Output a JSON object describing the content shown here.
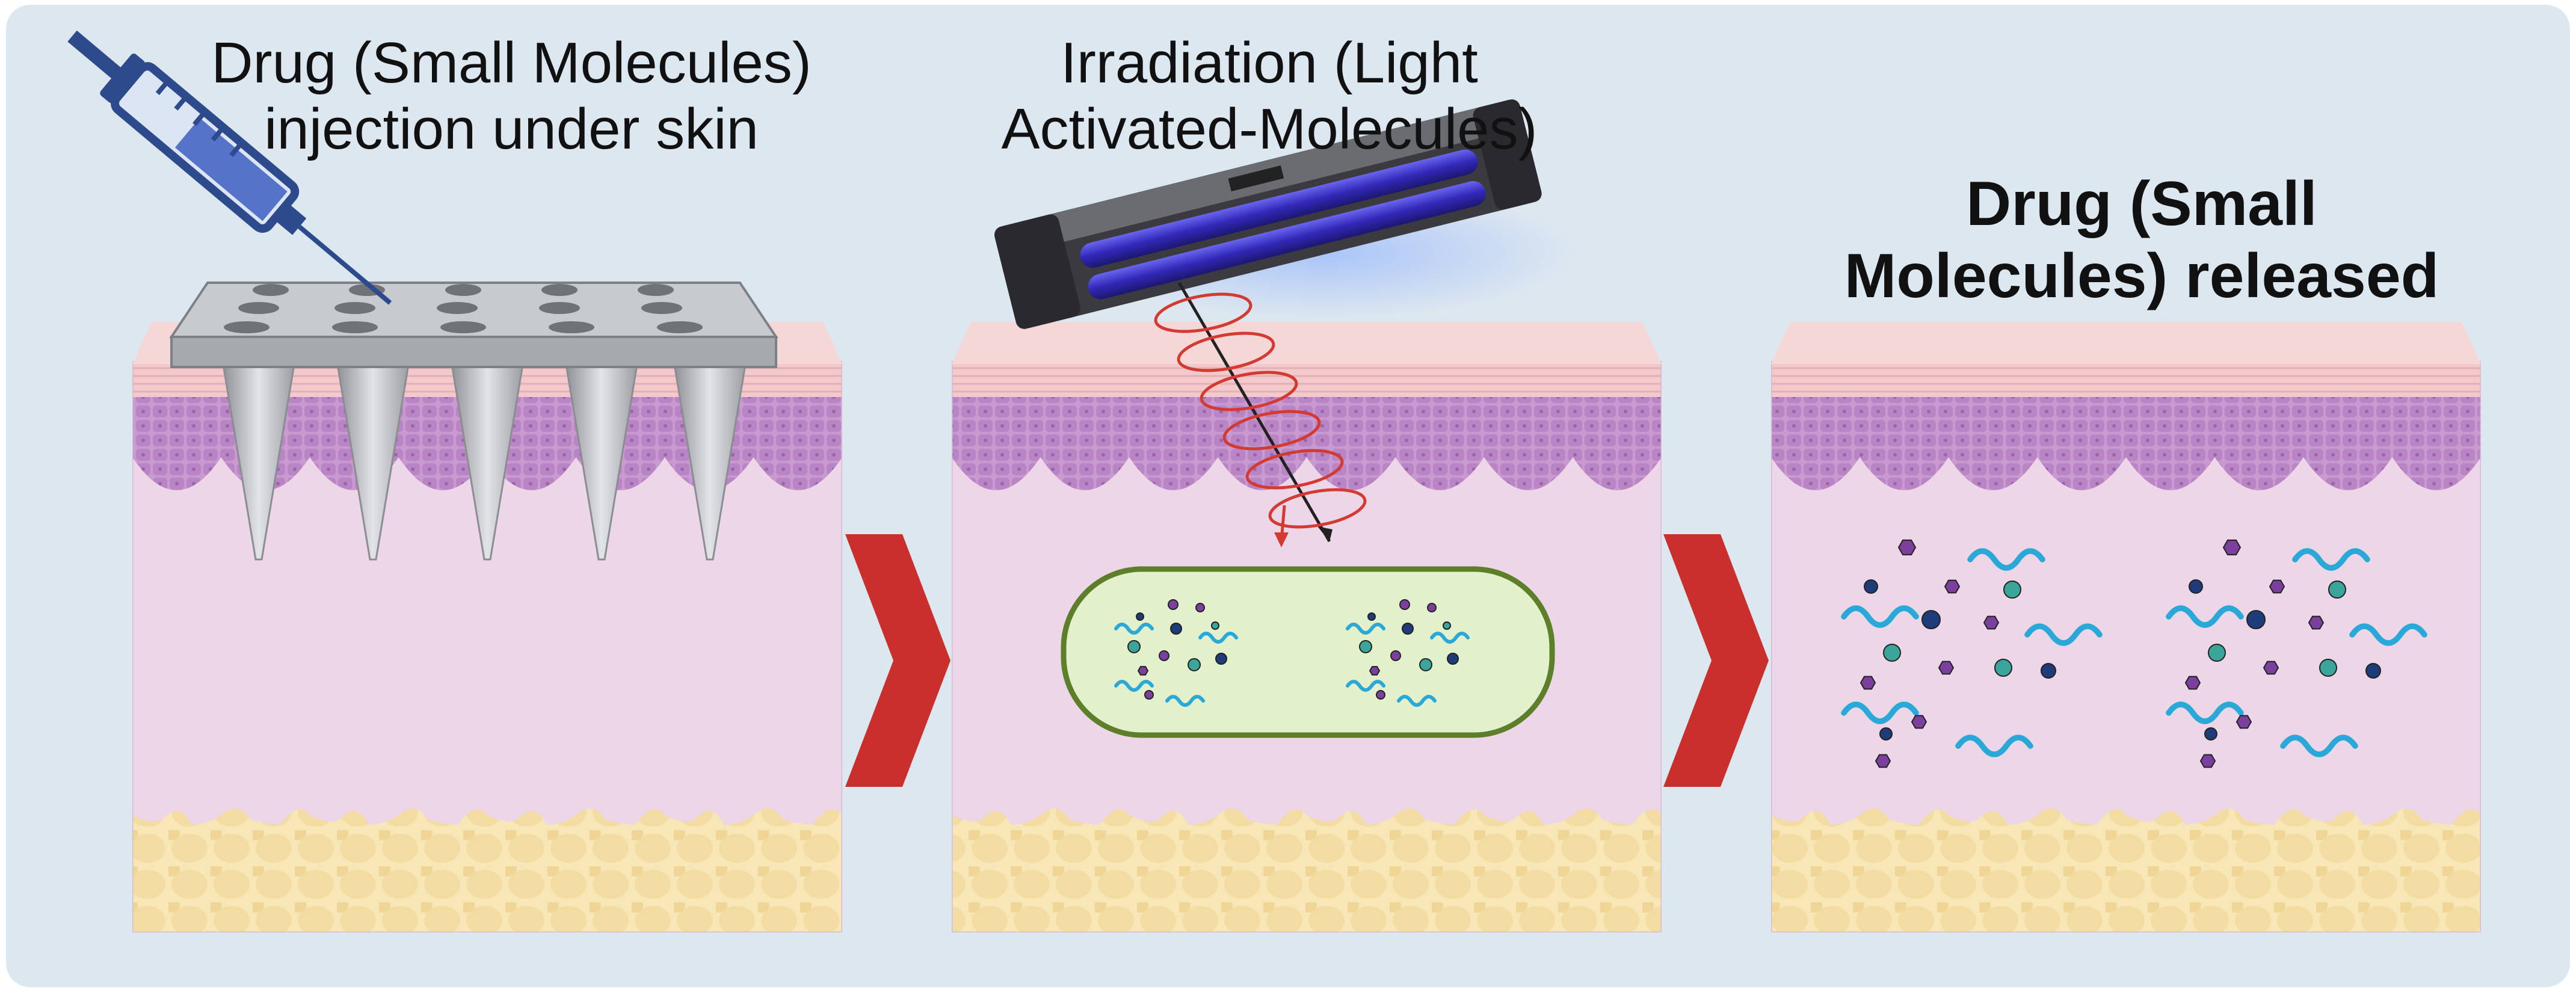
{
  "captions": {
    "step1_line1": "Drug (Small Molecules)",
    "step1_line2": "injection under skin",
    "step2_line1": "Irradiation (Light",
    "step2_line2": "Activated-Molecules)",
    "step3_line1": "Drug (Small",
    "step3_line2": "Molecules) released"
  },
  "colors": {
    "background": "#dde7f0",
    "epidermis_top": "#f3c9cc",
    "epidermis": "#c99ad0",
    "dermis": "#ecd6e8",
    "fat": "#f7e6b6",
    "arrow": "#c9302c",
    "microneedle": "#b9bcc1",
    "syringe": "#2c4a8c",
    "uv_light": "#3c35c4",
    "hydrogel": "#e3f0cc",
    "molecule_teal": "#3aa69a",
    "molecule_navy": "#1f3c7a",
    "molecule_purple": "#7b3f9e",
    "molecule_cyan": "#2aa9d8"
  },
  "icons": [
    "syringe-icon",
    "microneedle-patch-icon",
    "uv-lamp-icon",
    "chevron-arrow-icon",
    "molecule-icon"
  ]
}
